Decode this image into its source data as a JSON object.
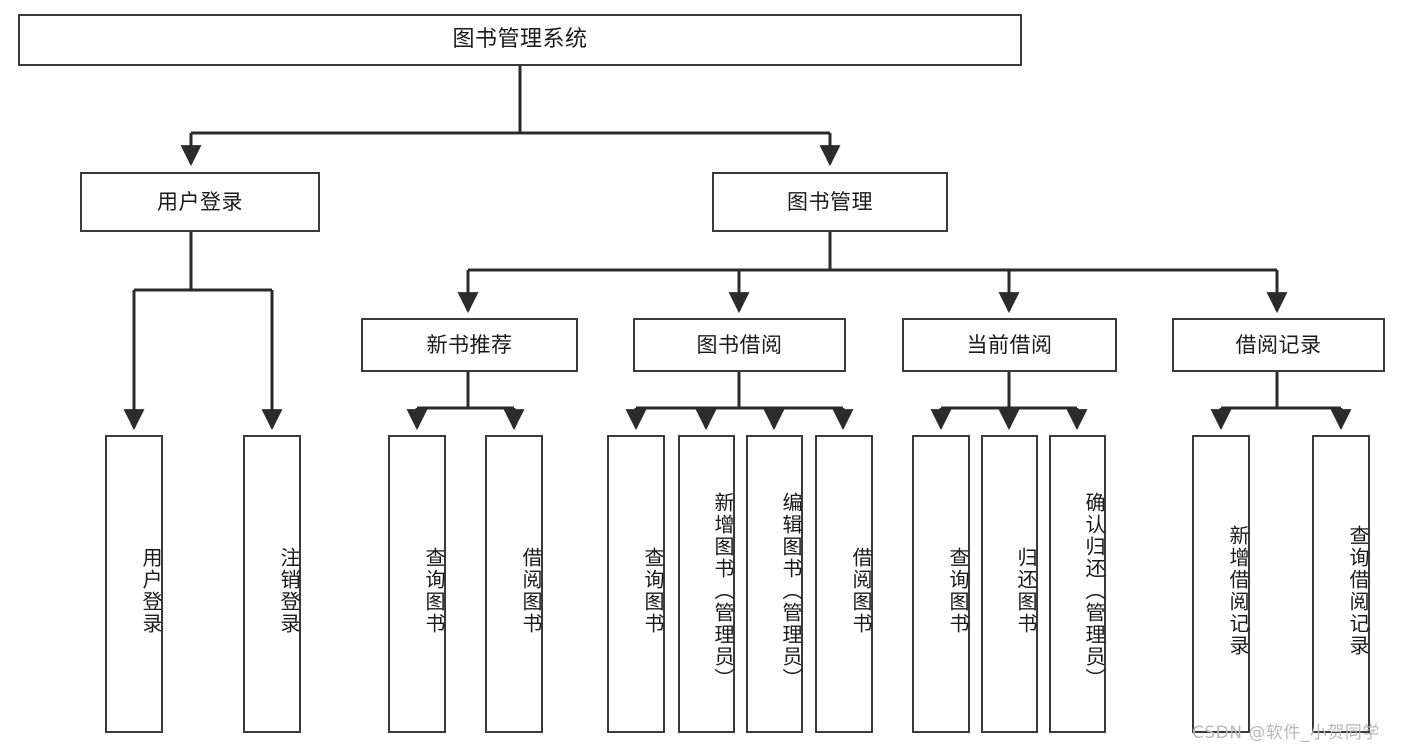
{
  "diagram": {
    "title": "图书管理系统",
    "type": "tree-structure-chart",
    "watermark": "CSDN @软件_小贺同学",
    "colors": {
      "box_border": "#3a3a3a",
      "box_fill": "#ffffff",
      "edge": "#2b2b2b",
      "text": "#1a1a1a",
      "watermark": "#b9b9b9",
      "background": "#ffffff"
    },
    "nodes": {
      "root": {
        "label": "图书管理系统"
      },
      "level1": [
        {
          "id": "user-login",
          "label": "用户登录"
        },
        {
          "id": "book-management",
          "label": "图书管理"
        }
      ],
      "level2": [
        {
          "id": "new-book-recommend",
          "label": "新书推荐"
        },
        {
          "id": "book-borrow",
          "label": "图书借阅"
        },
        {
          "id": "current-borrow",
          "label": "当前借阅"
        },
        {
          "id": "borrow-record",
          "label": "借阅记录"
        }
      ],
      "leaves": {
        "user-login": [
          {
            "id": "leaf-user-login",
            "label": "用户登录"
          },
          {
            "id": "leaf-logout-login",
            "label": "注销登录"
          }
        ],
        "new-book-recommend": [
          {
            "id": "leaf-query-book-1",
            "label": "查询图书"
          },
          {
            "id": "leaf-borrow-book-1",
            "label": "借阅图书"
          }
        ],
        "book-borrow": [
          {
            "id": "leaf-query-book-2",
            "label": "查询图书"
          },
          {
            "id": "leaf-add-book",
            "label": "新增图书（管理员）"
          },
          {
            "id": "leaf-edit-book",
            "label": "编辑图书（管理员）"
          },
          {
            "id": "leaf-borrow-book-2",
            "label": "借阅图书"
          }
        ],
        "current-borrow": [
          {
            "id": "leaf-query-book-3",
            "label": "查询图书"
          },
          {
            "id": "leaf-return-book",
            "label": "归还图书"
          },
          {
            "id": "leaf-confirm-return",
            "label": "确认归还（管理员）"
          }
        ],
        "borrow-record": [
          {
            "id": "leaf-add-record",
            "label": "新增借阅记录"
          },
          {
            "id": "leaf-query-record",
            "label": "查询借阅记录"
          }
        ]
      }
    }
  }
}
